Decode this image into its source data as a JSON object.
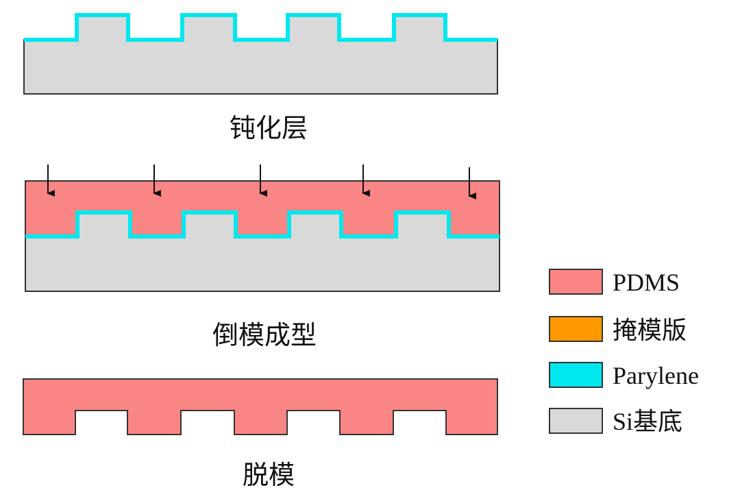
{
  "steps": [
    {
      "caption": "钝化层"
    },
    {
      "caption": "倒模成型"
    },
    {
      "caption": "脱模"
    }
  ],
  "legend": [
    {
      "label": "PDMS",
      "color": "#fa8585"
    },
    {
      "label": "掩模版",
      "color": "#ff9900"
    },
    {
      "label": "Parylene",
      "color": "#00e8ee"
    },
    {
      "label": "Si基底",
      "color": "#d9d9d9"
    }
  ],
  "colors": {
    "pdms": "#fa8585",
    "mask": "#ff9900",
    "parylene": "#00e8ee",
    "silicon": "#d9d9d9",
    "outline": "#333333",
    "arrow": "#111111"
  }
}
